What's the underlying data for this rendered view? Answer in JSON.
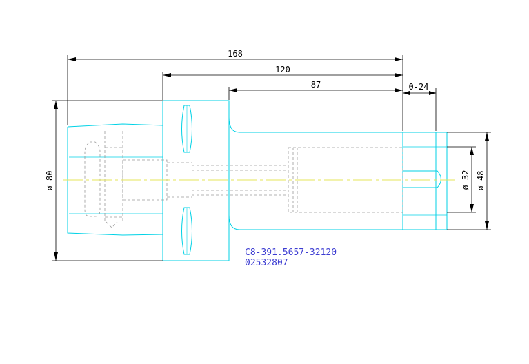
{
  "drawing": {
    "dimensions": {
      "overall_length": "168",
      "holder_length": "120",
      "shank_length": "87",
      "adjust_range": "0-24",
      "flange_diameter": "ø 80",
      "bore_diameter": "ø 32",
      "nose_diameter": "ø 48"
    },
    "part_number": "C8-391.5657-32120",
    "order_number": "02532807",
    "colors": {
      "outline": "#00d2e6",
      "dimension": "#000000",
      "hidden": "#9a9a9a",
      "centerline": "#e6e65a",
      "label": "#3c3cd2"
    }
  }
}
